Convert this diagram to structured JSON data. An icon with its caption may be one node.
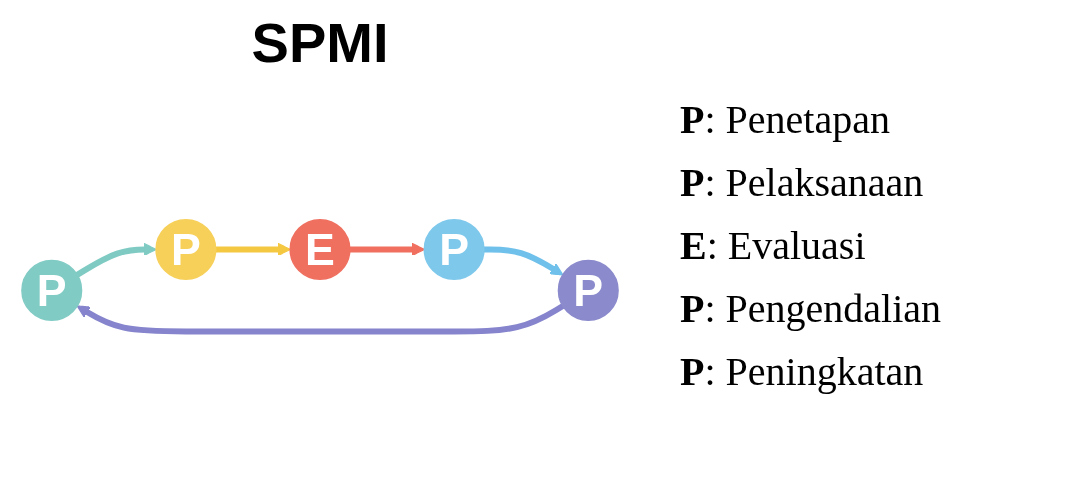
{
  "diagram": {
    "title": "SPMI",
    "nodes": [
      {
        "text": [
          "P"
        ]
      },
      {
        "text": [
          "P"
        ]
      },
      {
        "text": [
          "E"
        ]
      },
      {
        "text": [
          "P"
        ]
      },
      {
        "text": [
          "P"
        ]
      }
    ],
    "edges": [
      {
        "from": 0,
        "to": 1,
        "arrow": "to",
        "color": "#7fcbc3"
      },
      {
        "from": 1,
        "to": 2,
        "arrow": "to",
        "color": "#f5c842"
      },
      {
        "from": 2,
        "to": 3,
        "arrow": "to",
        "color": "#f06f5f"
      },
      {
        "from": 3,
        "to": 4,
        "arrow": "to",
        "color": "#6fc0ea"
      },
      {
        "from": 4,
        "to": 0,
        "arrow": "to",
        "color": "#8584cc"
      }
    ],
    "labels": [
      "**P**: Penetapan",
      "**P**: Pelaksanaan",
      "**E**: Evaluasi",
      "**P**: Pengendalian",
      "**P**: Peningkatan"
    ]
  }
}
